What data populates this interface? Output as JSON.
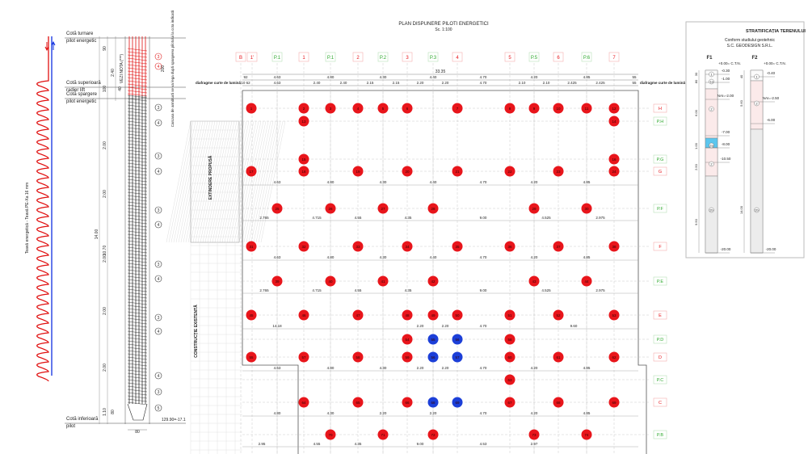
{
  "plan": {
    "title": "PLAN DISPUNERE PILOTI ENERGETICI",
    "scale": "Sc. 1:100",
    "left_note_left": "diafragme curte de lumină",
    "left_note_right": "diafragme curte de lumină",
    "extension_label": "EXTINDERE PROPUSĂ",
    "existing_label": "CONSTRUCȚIE EXISTENTĂ",
    "total_dim": "33.35",
    "axes": [
      {
        "id": "B",
        "kind": "main"
      },
      {
        "id": "1'",
        "kind": "main"
      },
      {
        "id": "P.1",
        "kind": "sec"
      },
      {
        "id": "1",
        "kind": "main"
      },
      {
        "id": "P.1",
        "kind": "sec"
      },
      {
        "id": "2",
        "kind": "main"
      },
      {
        "id": "P.2",
        "kind": "sec"
      },
      {
        "id": "3",
        "kind": "main"
      },
      {
        "id": "P.3",
        "kind": "sec"
      },
      {
        "id": "4",
        "kind": "main"
      },
      {
        "id": "5",
        "kind": "main"
      },
      {
        "id": "P.5",
        "kind": "sec"
      },
      {
        "id": "6",
        "kind": "main"
      },
      {
        "id": "P.6",
        "kind": "sec"
      },
      {
        "id": "7",
        "kind": "main"
      }
    ],
    "dims_row1": [
      "92",
      "4.63",
      "4.80",
      "4.30",
      "4.40",
      "4.70",
      "4.20",
      "4.85",
      "55"
    ],
    "dims_row2": [
      "10 62",
      "4.63",
      "2.40",
      "2.40",
      "2.15",
      "2.15",
      "2.20",
      "2.20",
      "4.70",
      "2.10",
      "2.10",
      "2.425",
      "2.425",
      "55"
    ],
    "rows": [
      {
        "id": "H",
        "kind": "main",
        "piles": [
          [
            "1",
            311
          ],
          [
            "2",
            376
          ],
          [
            "3",
            409
          ],
          [
            "4",
            443
          ],
          [
            "5",
            474
          ],
          [
            "6",
            504
          ],
          [
            "7",
            566
          ],
          [
            "8",
            631
          ],
          [
            "9",
            661
          ],
          [
            "10",
            691
          ],
          [
            "11",
            726
          ],
          [
            "12",
            760
          ]
        ]
      },
      {
        "id": "P.H",
        "kind": "sec",
        "piles": [
          [
            "13",
            376
          ],
          [
            "14",
            760
          ]
        ]
      },
      {
        "id": "P.G",
        "kind": "sec",
        "piles": [
          [
            "15",
            376
          ],
          [
            "16",
            760
          ]
        ]
      },
      {
        "id": "G",
        "kind": "main",
        "piles": [
          [
            "17",
            311
          ],
          [
            "18",
            376
          ],
          [
            "19",
            443
          ],
          [
            "20",
            504
          ],
          [
            "21",
            566
          ],
          [
            "22",
            631
          ],
          [
            "23",
            691
          ],
          [
            "24",
            760
          ]
        ]
      },
      {
        "id": "P.F",
        "kind": "sec",
        "piles": [
          [
            "25",
            343
          ],
          [
            "26",
            409
          ],
          [
            "27",
            474
          ],
          [
            "28",
            536
          ],
          [
            "29",
            661
          ],
          [
            "30",
            726
          ]
        ]
      },
      {
        "id": "F",
        "kind": "main",
        "piles": [
          [
            "31",
            311
          ],
          [
            "32",
            376
          ],
          [
            "33",
            443
          ],
          [
            "34",
            504
          ],
          [
            "35",
            566
          ],
          [
            "36",
            631
          ],
          [
            "37",
            691
          ],
          [
            "38",
            760
          ]
        ]
      },
      {
        "id": "P.E",
        "kind": "sec",
        "piles": [
          [
            "39",
            343
          ],
          [
            "40",
            409
          ],
          [
            "41",
            474
          ],
          [
            "42",
            536
          ],
          [
            "43",
            661
          ],
          [
            "44",
            726
          ]
        ]
      },
      {
        "id": "E",
        "kind": "main",
        "piles": [
          [
            "45",
            311
          ],
          [
            "46",
            376
          ],
          [
            "47",
            443
          ],
          [
            "48",
            504
          ],
          [
            "49",
            536
          ],
          [
            "50",
            566
          ],
          [
            "51",
            631
          ],
          [
            "52",
            691
          ],
          [
            "53",
            760
          ]
        ]
      },
      {
        "id": "P.D",
        "kind": "sec",
        "piles": [
          [
            "54",
            504
          ],
          [
            "55",
            536,
            "b"
          ],
          [
            "56",
            566,
            "b"
          ],
          [
            "58",
            631
          ]
        ]
      },
      {
        "id": "D",
        "kind": "main",
        "piles": [
          [
            "55",
            311
          ],
          [
            "57",
            376
          ],
          [
            "58",
            443
          ],
          [
            "59",
            504
          ],
          [
            "56",
            536,
            "b"
          ],
          [
            "57",
            566,
            "b"
          ],
          [
            "60",
            631
          ],
          [
            "61",
            691
          ],
          [
            "62",
            760
          ]
        ]
      },
      {
        "id": "P.C",
        "kind": "sec",
        "piles": [
          [
            "63",
            631
          ]
        ]
      },
      {
        "id": "C",
        "kind": "main",
        "piles": [
          [
            "64",
            376
          ],
          [
            "65",
            443
          ],
          [
            "66",
            504
          ],
          [
            "68",
            536,
            "b"
          ],
          [
            "69",
            566,
            "b"
          ],
          [
            "67",
            631
          ],
          [
            "68",
            691
          ],
          [
            "69",
            760
          ]
        ]
      },
      {
        "id": "P.B",
        "kind": "sec",
        "piles": [
          [
            "70",
            409
          ],
          [
            "71",
            474
          ],
          [
            "72",
            536
          ],
          [
            "73",
            661
          ],
          [
            "74",
            726
          ]
        ]
      }
    ],
    "span_dims": [
      {
        "y": "G",
        "vals": [
          "4.63",
          "4.80",
          "4.30",
          "4.40",
          "4.70",
          "4.20",
          "4.85"
        ]
      },
      {
        "y": "P.F",
        "vals": [
          "2.765",
          "4.715",
          "4.55",
          "4.35",
          "9.00",
          "4.525",
          "2.975"
        ]
      },
      {
        "y": "F",
        "vals": [
          "4.63",
          "4.80",
          "4.30",
          "4.40",
          "4.70",
          "4.20",
          "4.85"
        ]
      },
      {
        "y": "P.E",
        "vals": [
          "2.765",
          "4.715",
          "4.55",
          "4.35",
          "9.00",
          "4.525",
          "2.975"
        ]
      },
      {
        "y": "E",
        "vals": [
          "14.18",
          "2.20",
          "2.20",
          "4.70",
          "9.60"
        ]
      },
      {
        "y": "D",
        "vals": [
          "4.63",
          "4.80",
          "4.30",
          "2.20",
          "2.20",
          "4.70",
          "4.20",
          "4.85"
        ]
      },
      {
        "y": "C",
        "vals": [
          "4.80",
          "4.30",
          "2.20",
          "2.20",
          "4.70",
          "4.20",
          "4.85"
        ]
      },
      {
        "y": "P.B",
        "vals": [
          "2.95",
          "4.55",
          "4.35",
          "9.00",
          "4.53",
          "2.97"
        ]
      }
    ]
  },
  "section": {
    "top_level_label": "Cotă turnare\npilot energetic",
    "raft_label": "Cotă superioară\nradier lift",
    "break_label": "Cotă spargere\npilot energetic",
    "bottom_label": "Cotă inferioară\npilot",
    "pipe_label": "Teavă energetică - Teavă PE-Xa 16 mm",
    "note_nota": "VEZI NOTA (***)",
    "cage_note": "Carcasa de armătură se va lega după spargerea pilotului la cota indicată",
    "dim_total": "14.00",
    "dim_cage": "10.70",
    "dim_240": "2.40",
    "dim_90": "90",
    "dim_100": "100",
    "dim_40": "40",
    "dim_200": "200",
    "dim_spacing": "2.00",
    "dim_110": "1.10",
    "dim_80": "80",
    "diameter": "80",
    "bottom_elev": "129.90=-17.1",
    "markers": [
      "3",
      "4",
      "5"
    ]
  },
  "strat": {
    "title": "STRATIFICAȚIA TERENULUI",
    "subtitle1": "Conform studiului geotehnic",
    "subtitle2": "S.C. GEODESIGN S.R.L.",
    "f1": {
      "name": "F1",
      "top": "+0.00= C.T.N.",
      "levels": [
        "-0.30",
        "-1.00",
        "NAI=-2.00",
        "-7.00",
        "-8.00",
        "-10.50",
        "-20.00"
      ],
      "layers": [
        "1",
        "1a",
        "2",
        "2a",
        "2",
        "2b"
      ],
      "dims": [
        "30",
        "80",
        "6.00",
        "1.00",
        "2.50",
        "9.50"
      ]
    },
    "f2": {
      "name": "F2",
      "top": "+0.00= C.T.N.",
      "levels": [
        "-0.40",
        "NAI=-2.50",
        "-6.00",
        "-20.00"
      ],
      "layers": [
        "1",
        "2",
        "2b"
      ],
      "dims": [
        "40",
        "5.60",
        "14.00"
      ]
    }
  },
  "colors": {
    "pile_red": "#e8151b",
    "pile_blue": "#1c3fd8",
    "axis_red": "#e8151b",
    "axis_green": "#2eaa2e",
    "pipe_red": "#e01010",
    "pipe_blue": "#1030e0"
  }
}
